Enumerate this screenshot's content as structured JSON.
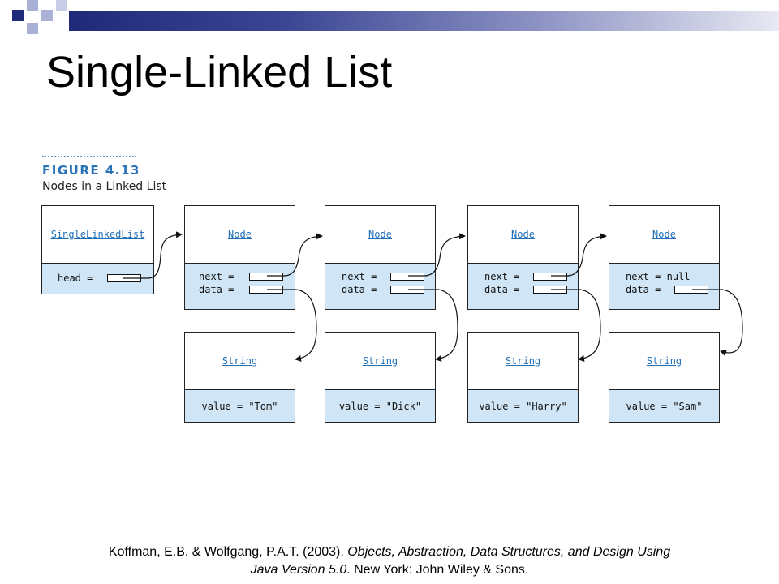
{
  "slide": {
    "title": "Single-Linked List"
  },
  "figure": {
    "label": "FIGURE 4.13",
    "caption": "Nodes in a Linked List"
  },
  "list_object": {
    "class_name": "SingleLinkedList",
    "field": "head ="
  },
  "nodes": [
    {
      "class_name": "Node",
      "next_label": "next =",
      "data_label": "data ="
    },
    {
      "class_name": "Node",
      "next_label": "next =",
      "data_label": "data ="
    },
    {
      "class_name": "Node",
      "next_label": "next =",
      "data_label": "data ="
    },
    {
      "class_name": "Node",
      "next_label": "next = null",
      "data_label": "data ="
    }
  ],
  "strings": [
    {
      "class_name": "String",
      "value_label": "value = \"Tom\""
    },
    {
      "class_name": "String",
      "value_label": "value = \"Dick\""
    },
    {
      "class_name": "String",
      "value_label": "value = \"Harry\""
    },
    {
      "class_name": "String",
      "value_label": "value = \"Sam\""
    }
  ],
  "citation": {
    "authors": "Koffman, E.B. & Wolfgang, P.A.T. (2003). ",
    "title_line1": "Objects, Abstraction, Data Structures, and Design Using",
    "title_line2": "Java Version 5.0",
    "publisher": ". New York: John Wiley & Sons."
  },
  "colors": {
    "class_name_text": "#1f6fb8",
    "field_area": "#d0e6f6",
    "figure_label": "#2a72b8",
    "top_bar": "#1f2a7a"
  }
}
